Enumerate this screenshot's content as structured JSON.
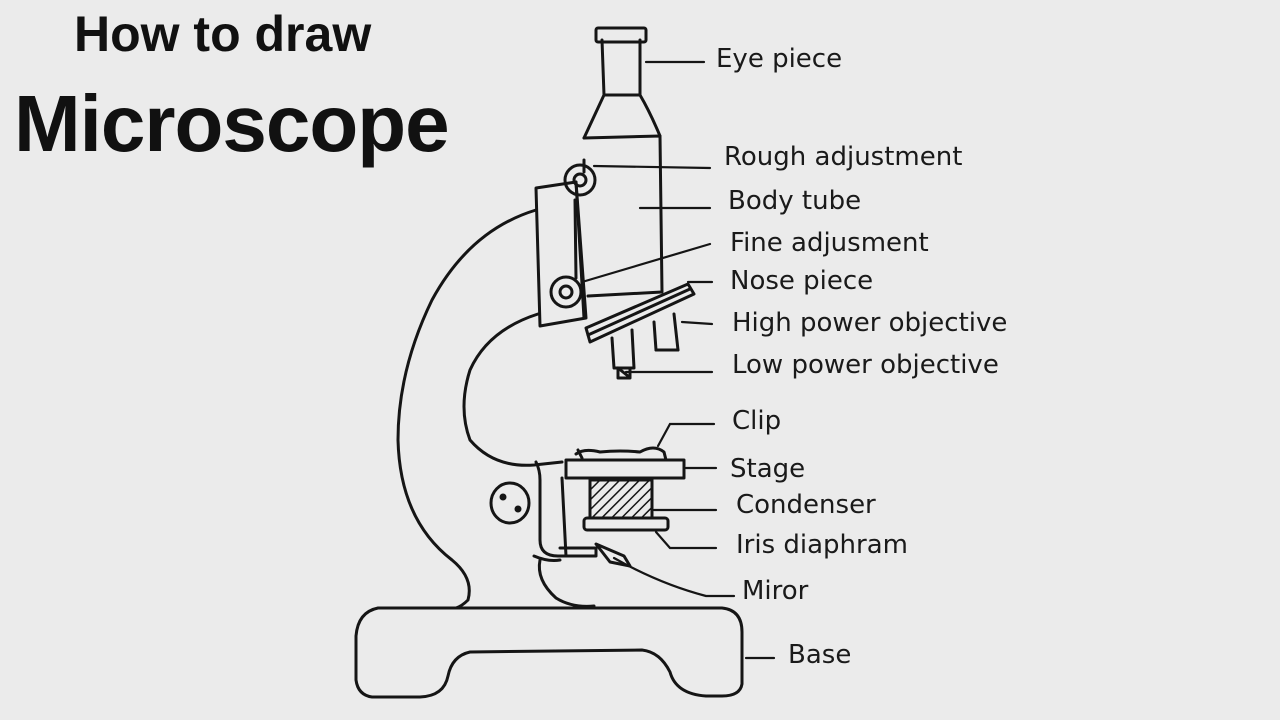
{
  "title": {
    "line1": "How to draw",
    "line2": "Microscope"
  },
  "labels": {
    "eye_piece": "Eye piece",
    "rough_adjustment": "Rough adjustment",
    "body_tube": "Body tube",
    "fine_adjustment": "Fine adjusment",
    "nose_piece": "Nose piece",
    "high_power_objective": "High power objective",
    "low_power_objective": "Low power objective",
    "clip": "Clip",
    "stage": "Stage",
    "condenser": "Condenser",
    "iris_diaphragm": "Iris diaphram",
    "mirror": "Miror",
    "base": "Base"
  }
}
